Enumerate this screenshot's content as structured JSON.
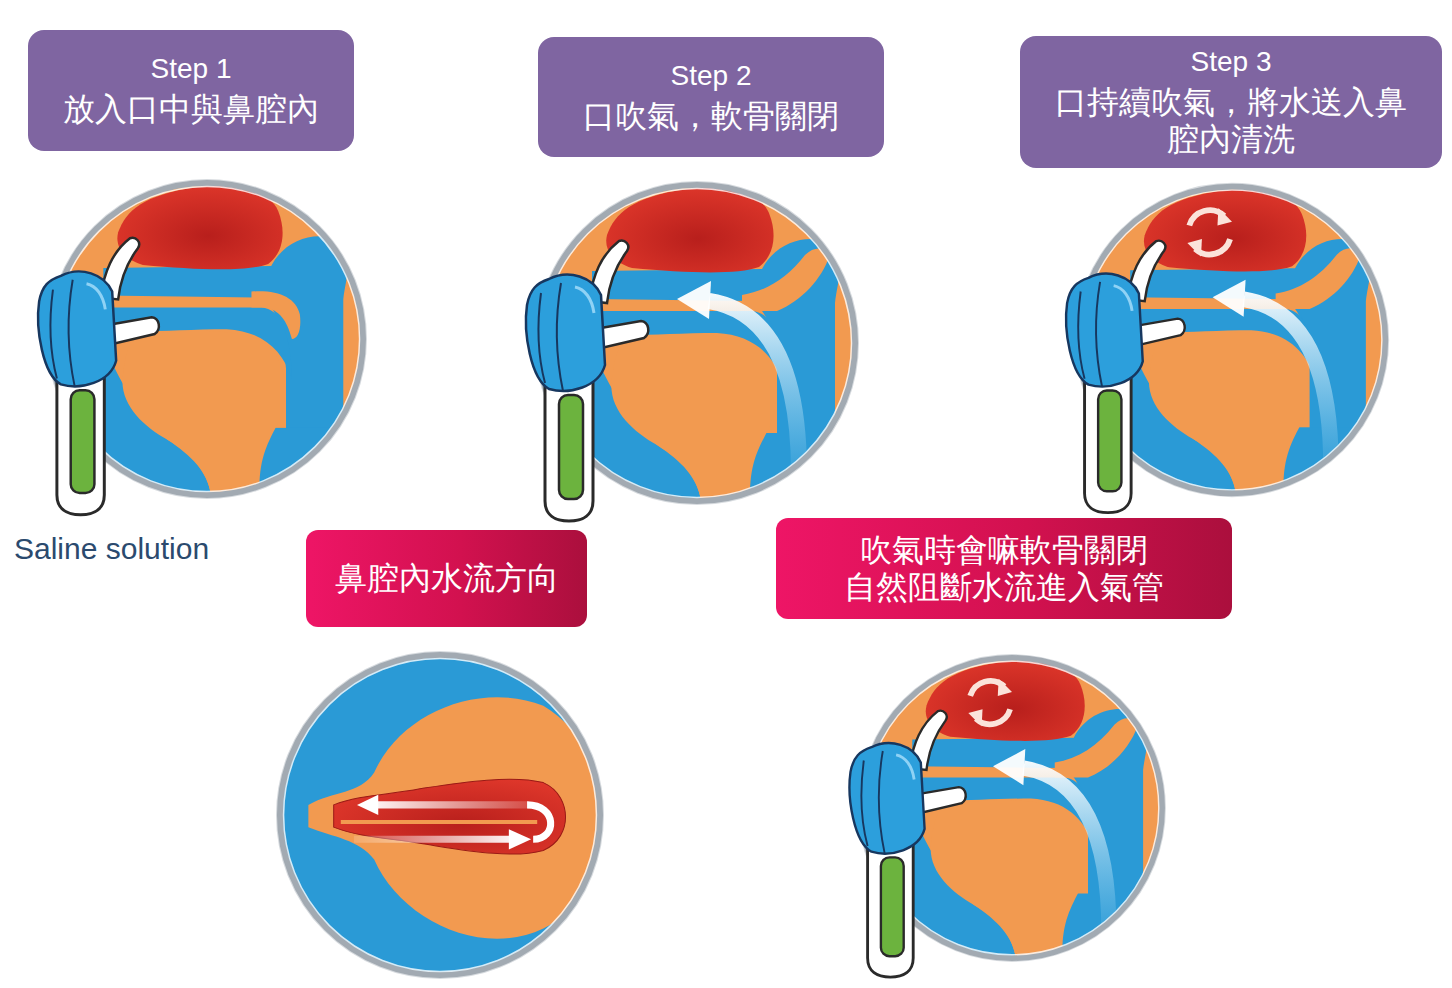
{
  "diagram": {
    "nodes": [
      {
        "text": [
          "Step 1",
          "放入口中與鼻腔內"
        ]
      },
      {
        "text": [
          "Step 2",
          "口吹氣，軟骨關閉"
        ]
      },
      {
        "text": [
          "Step 3",
          "口持續吹氣，將水送入鼻 腔內清洗"
        ]
      },
      {
        "text": [
          "鼻腔內水流方向"
        ]
      },
      {
        "text": [
          "吹氣時會嘛軟骨關閉 自然阻斷水流進入氣管"
        ]
      }
    ],
    "labels": [
      "Saline solution"
    ]
  }
}
